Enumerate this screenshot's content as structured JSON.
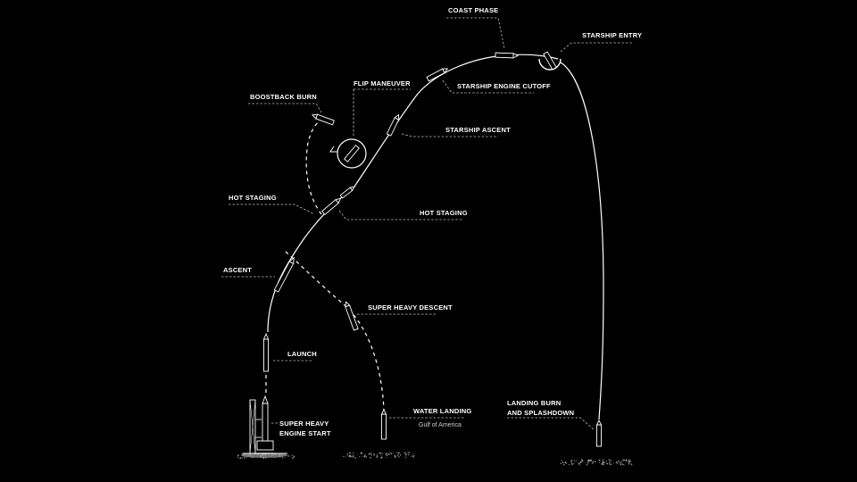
{
  "labels": {
    "coast_phase": "COAST PHASE",
    "starship_entry": "STARSHIP ENTRY",
    "flip_maneuver": "FLIP MANEUVER",
    "boostback_burn": "BOOSTBACK BURN",
    "starship_engine_cutoff": "STARSHIP ENGINE CUTOFF",
    "starship_ascent": "STARSHIP ASCENT",
    "hot_staging_left": "HOT STAGING",
    "hot_staging_right": "HOT STAGING",
    "ascent": "ASCENT",
    "super_heavy_descent": "SUPER HEAVY DESCENT",
    "launch": "LAUNCH",
    "super_heavy_engine_start_line1": "SUPER HEAVY",
    "super_heavy_engine_start_line2": "ENGINE START",
    "water_landing": "WATER LANDING",
    "water_landing_location": "Gulf of America",
    "landing_burn_line1": "LANDING BURN",
    "landing_burn_line2": "AND SPLASHDOWN"
  },
  "colors": {
    "background": "#000000",
    "trajectory": "#ffffff",
    "leader": "#bdbdbd"
  }
}
